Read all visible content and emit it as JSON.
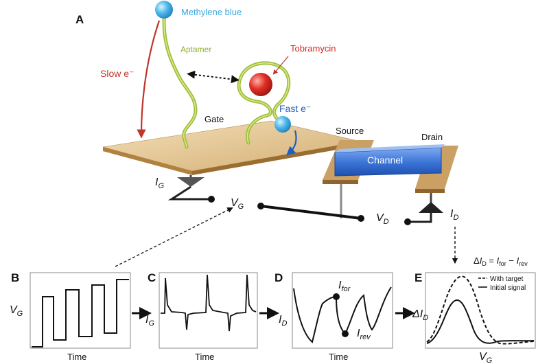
{
  "panels": {
    "a": "A",
    "b": "B",
    "c": "C",
    "d": "D",
    "e": "E"
  },
  "labels": {
    "methylene_blue": "Methylene blue",
    "aptamer": "Aptamer",
    "tobramycin": "Tobramycin",
    "slow_e": "Slow e⁻",
    "fast_e": "Fast e⁻",
    "gate": "Gate",
    "source": "Source",
    "drain": "Drain",
    "channel": "Channel"
  },
  "symbols": {
    "i": "I",
    "v": "V",
    "sub_g": "G",
    "sub_d": "D",
    "sub_for": "for",
    "sub_rev": "rev"
  },
  "equation": {
    "delta": "Δ",
    "i": "I",
    "sub_d": "D",
    "eq": " = ",
    "i_for": "I",
    "sub_for": "for",
    "minus": " − ",
    "i_rev": "I",
    "sub_rev": "rev"
  },
  "axes": {
    "time_b": "Time",
    "time_c": "Time",
    "time_d": "Time"
  },
  "legend": {
    "with_target": "With target",
    "initial_signal": "Initial signal"
  },
  "colors": {
    "slow": "#c0342b",
    "fast": "#1f5fc2",
    "aptamer": "#9fbe3a",
    "methylene_blue": "#3aa7e0",
    "tobramycin": "#d62a22",
    "gate": "#e2c48a",
    "channel": "#3d77d8"
  }
}
